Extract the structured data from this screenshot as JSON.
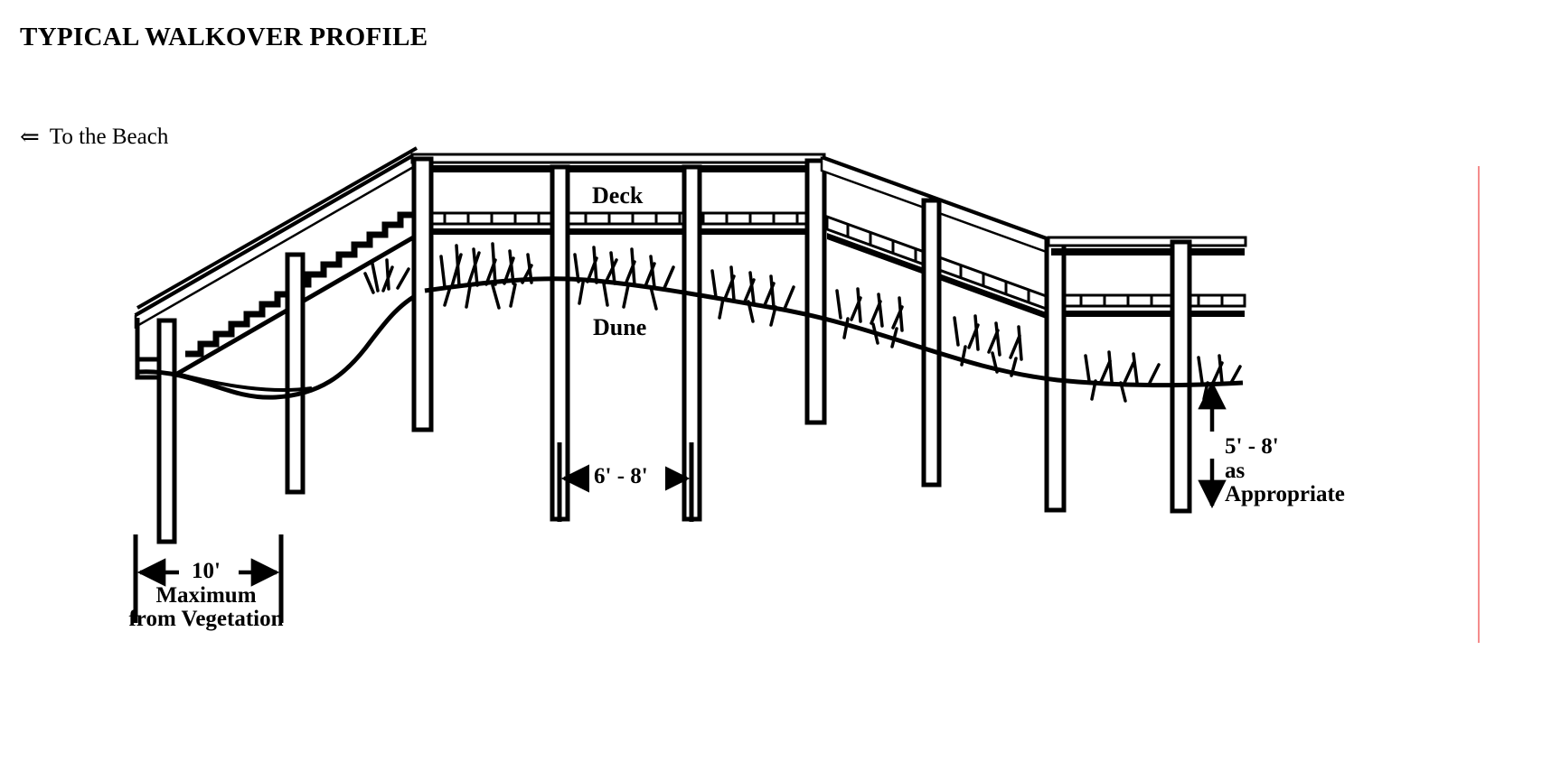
{
  "page": {
    "title": "TYPICAL WALKOVER PROFILE",
    "background_color": "#ffffff",
    "ink_color": "#000000",
    "margin_rule_color": "#f58c8c"
  },
  "direction_note": {
    "arrow_glyph": "⇐",
    "text": "To the Beach"
  },
  "labels": {
    "deck": "Deck",
    "dune": "Dune"
  },
  "dimensions": {
    "post_spacing": {
      "value": "6' - 8'",
      "arrow_style": "double-headed-horizontal"
    },
    "deck_height": {
      "value": "5' - 8'",
      "qualifier_line1": "as",
      "qualifier_line2": "Appropriate",
      "arrow_style": "double-headed-vertical"
    },
    "vegetation_setback": {
      "value": "10'",
      "line2": "Maximum",
      "line3": "from Vegetation",
      "arrow_style": "double-headed-horizontal"
    }
  },
  "structure": {
    "description": "Elevated dune walkover in profile: stair flight at left descending to beach, level deck spanning the dune crest, sloping ramp at right descending to a lower landing platform.",
    "components": [
      "stair-flight",
      "handrail",
      "deck-walkway",
      "mid-rail",
      "support-post",
      "dune-ground-line",
      "dune-vegetation"
    ]
  }
}
